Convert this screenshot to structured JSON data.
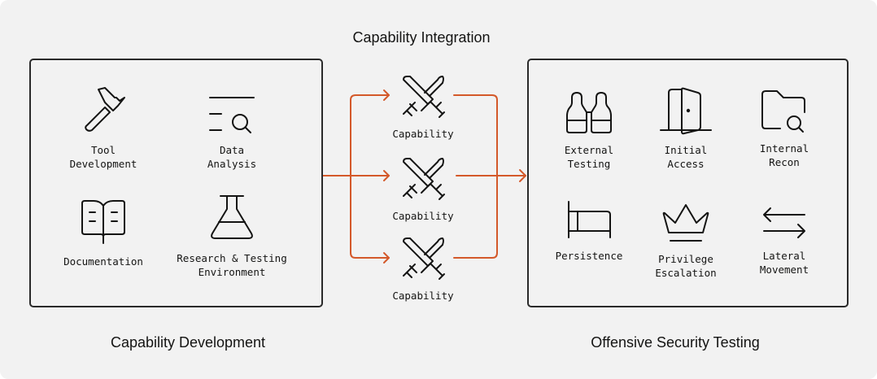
{
  "diagram": {
    "accent_color": "#d4592a",
    "stroke_color": "#141413",
    "background_color": "#f2f2f2",
    "sections": {
      "development": {
        "title": "Capability Development",
        "items": [
          {
            "label": "Tool\nDevelopment",
            "icon": "hammer-icon"
          },
          {
            "label": "Data\nAnalysis",
            "icon": "list-search-icon"
          },
          {
            "label": "Documentation",
            "icon": "open-book-icon"
          },
          {
            "label": "Research & Testing\nEnvironment",
            "icon": "flask-icon"
          }
        ]
      },
      "integration": {
        "title": "Capability Integration",
        "items": [
          {
            "label": "Capability",
            "icon": "crossed-swords-icon"
          },
          {
            "label": "Capability",
            "icon": "crossed-swords-icon"
          },
          {
            "label": "Capability",
            "icon": "crossed-swords-icon"
          }
        ]
      },
      "testing": {
        "title": "Offensive Security Testing",
        "items": [
          {
            "label": "External\nTesting",
            "icon": "binoculars-icon"
          },
          {
            "label": "Initial\nAccess",
            "icon": "open-door-icon"
          },
          {
            "label": "Internal\nRecon",
            "icon": "folder-search-icon"
          },
          {
            "label": "Persistence",
            "icon": "bed-icon"
          },
          {
            "label": "Privilege\nEscalation",
            "icon": "crown-icon"
          },
          {
            "label": "Lateral\nMovement",
            "icon": "arrows-left-right-icon"
          }
        ]
      }
    },
    "flow": {
      "from": "Capability Development",
      "via": "Capability Integration",
      "to": "Offensive Security Testing"
    }
  }
}
